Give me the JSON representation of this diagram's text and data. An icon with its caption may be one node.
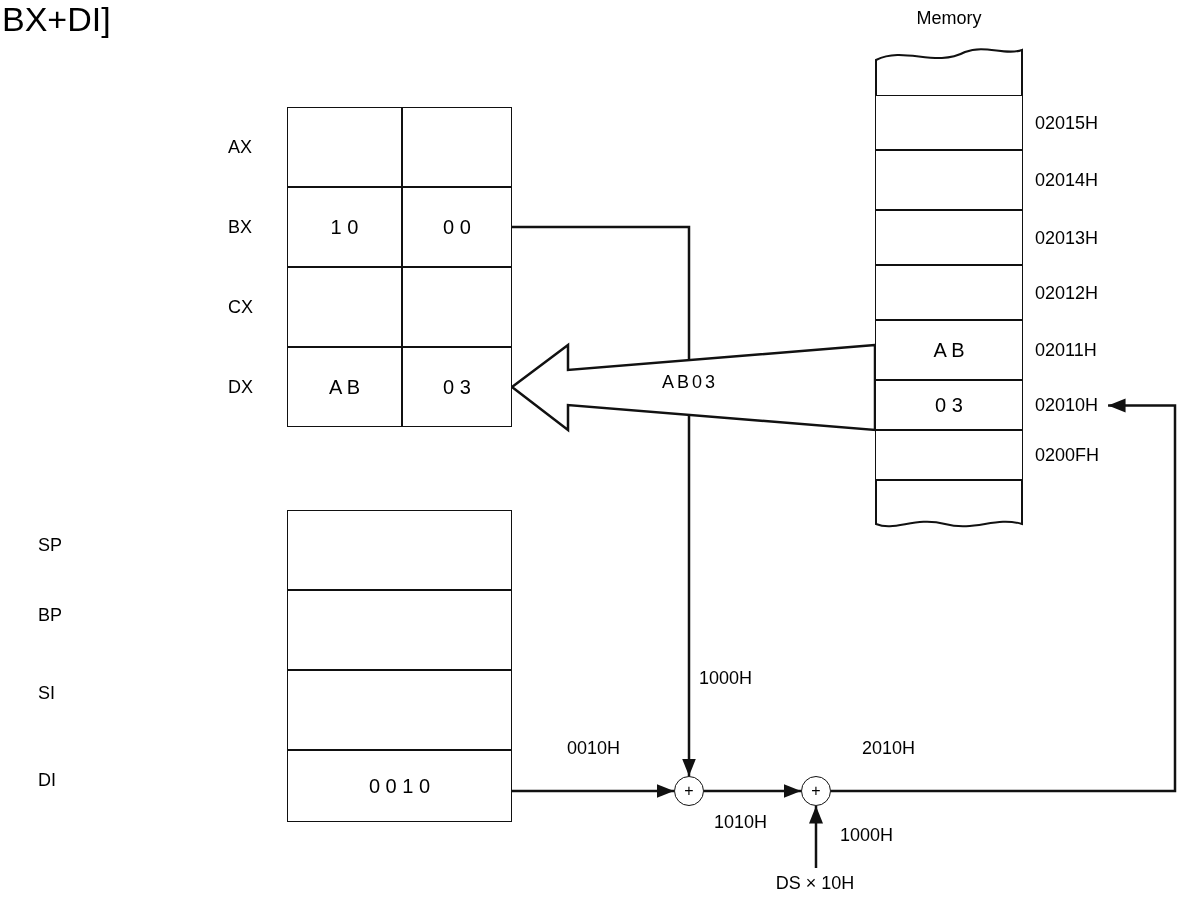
{
  "diagram": {
    "nodes": [
      {
        "text": [],
        "shape": "box",
        "beside": [
          "AX"
        ]
      },
      {
        "text": [],
        "shape": "box"
      },
      {
        "text": [
          "1 0"
        ],
        "beside": [
          "BX"
        ]
      },
      {
        "text": [
          "0 0"
        ]
      },
      {
        "text": [],
        "shape": "box",
        "beside": [
          "CX"
        ]
      },
      {
        "text": [],
        "shape": "box"
      },
      {
        "text": [
          "A B"
        ],
        "beside": [
          "DX"
        ]
      },
      {
        "text": [
          "0 3"
        ]
      },
      {
        "text": [],
        "shape": "box"
      },
      {
        "text": [],
        "shape": "box"
      },
      {
        "text": [],
        "shape": "box"
      },
      {
        "text": [
          "0 0 1 0"
        ]
      },
      {
        "text": [
          "Memory"
        ]
      },
      {
        "text": [],
        "shape": "box",
        "in": 12,
        "beside": [
          "02015H"
        ]
      },
      {
        "text": [],
        "shape": "box",
        "in": 12,
        "beside": [
          "02014H"
        ]
      },
      {
        "text": [],
        "shape": "box",
        "in": 12,
        "beside": [
          "02013H"
        ]
      },
      {
        "text": [],
        "shape": "box",
        "in": 12,
        "beside": [
          "02012H"
        ]
      },
      {
        "text": [
          "A B"
        ],
        "in": 12,
        "beside": [
          "02011H"
        ]
      },
      {
        "text": [
          "0 3"
        ],
        "in": 12,
        "beside": [
          "02010H"
        ]
      },
      {
        "text": [],
        "shape": "box",
        "in": 12,
        "beside": [
          "0200FH"
        ]
      },
      {
        "text": [
          "+"
        ]
      },
      {
        "text": [
          "+"
        ]
      },
      {
        "text": [
          "DS × 10H"
        ]
      }
    ],
    "edges": [
      {
        "from": 3,
        "to": 20,
        "arrow": "to",
        "label": "1000H"
      },
      {
        "from": 11,
        "to": 20,
        "arrow": "to",
        "label": "0010H"
      },
      {
        "from": 20,
        "to": 21,
        "arrow": "to",
        "label": "1010H"
      },
      {
        "from": 22,
        "to": 21,
        "arrow": "to",
        "label": "1000H"
      },
      {
        "from": 21,
        "to": 18,
        "arrow": "to",
        "label": "2010H"
      },
      {
        "from": 17,
        "to": 7,
        "arrow": "to",
        "label": "AB03"
      },
      {
        "from": 18,
        "to": 7,
        "arrow": "to"
      }
    ],
    "labels": [
      "BX+DI]",
      "SP",
      "BP",
      "SI",
      "DI"
    ]
  }
}
